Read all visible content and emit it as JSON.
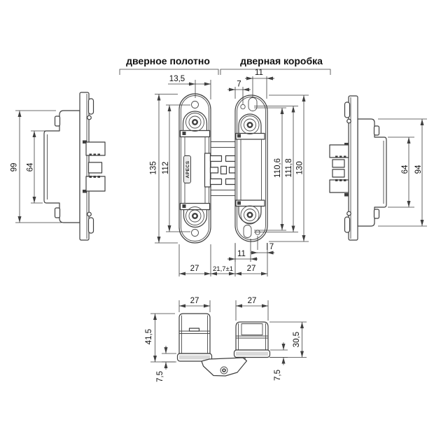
{
  "drawing": {
    "labels": {
      "door_leaf": "дверное полотно",
      "door_frame": "дверная коробка"
    },
    "brand": "APECS",
    "colors": {
      "line": "#3f3f3f",
      "background": "#ffffff",
      "plate_fill": "#d9d9d9"
    },
    "front_view": {
      "overall_height_leaf": "135",
      "hole_spacing_leaf": "112",
      "top_offset_leaf": "13,5",
      "frame_edge_offset": "7",
      "frame_slot_offset": "11",
      "frame_spacing_1": "110,6",
      "frame_spacing_2": "111,8",
      "overall_height_frame": "130",
      "frame_slot_offset_bottom": "11",
      "frame_edge_offset_bottom": "7",
      "leaf_width": "27",
      "center_gap": "21,7±1",
      "frame_width": "27"
    },
    "leaf_side_view": {
      "body_height": "99",
      "recess_height": "64"
    },
    "frame_side_view": {
      "recess_height": "64",
      "body_height": "94"
    },
    "top_view": {
      "leaf_width": "27",
      "frame_width": "27",
      "leaf_depth": "41,5",
      "frame_depth": "30,5",
      "leaf_plate_thickness": "7,5",
      "frame_plate_thickness": "7,5"
    }
  }
}
